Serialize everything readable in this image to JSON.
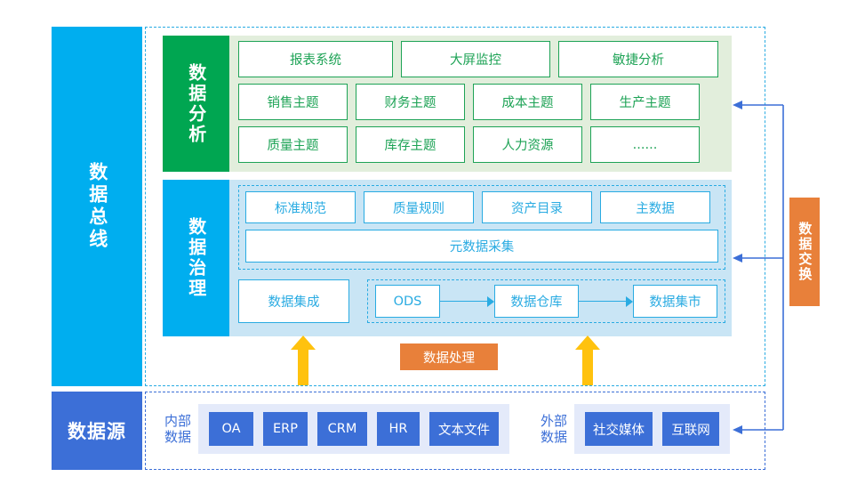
{
  "rails": {
    "data_bus": "数据总线",
    "data_source": "数据源",
    "data_exchange": "数据交换"
  },
  "analysis": {
    "label": "数据分析",
    "rows": [
      [
        "报表系统",
        "大屏监控",
        "敏捷分析"
      ],
      [
        "销售主题",
        "财务主题",
        "成本主题",
        "生产主题"
      ],
      [
        "质量主题",
        "库存主题",
        "人力资源",
        "......"
      ]
    ]
  },
  "governance": {
    "label": "数据治理",
    "standards_row": [
      "标准规范",
      "质量规则",
      "资产目录",
      "主数据"
    ],
    "metadata": "元数据采集",
    "integration": "数据集成",
    "warehouse_chain": [
      "ODS",
      "数据仓库",
      "数据集市"
    ]
  },
  "processing": {
    "label": "数据处理"
  },
  "sources": {
    "internal_label": "内部\n数据",
    "internal_items": [
      "OA",
      "ERP",
      "CRM",
      "HR",
      "文本文件"
    ],
    "external_label": "外部\n数据",
    "external_items": [
      "社交媒体",
      "互联网"
    ]
  },
  "colors": {
    "bus_cyan": "#00AEEF",
    "source_blue": "#3C6FD7",
    "exchange_orange": "#E8803A",
    "analysis_green": "#00A651",
    "analysis_bg": "#E2EEDC",
    "governance_bg": "#C9E5F5",
    "arrow_yellow": "#FFC20E",
    "connector_blue": "#3C6FD7"
  }
}
